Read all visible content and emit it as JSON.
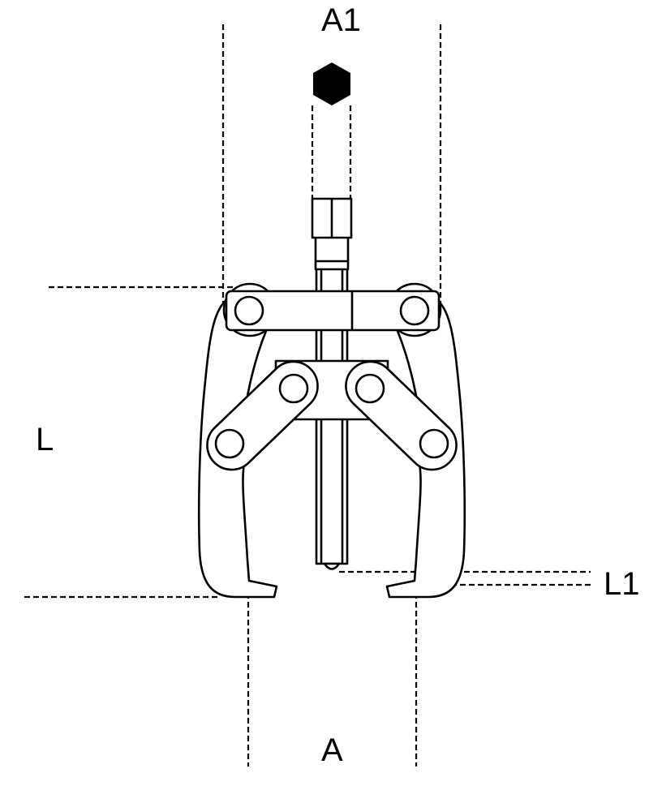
{
  "diagram": {
    "subject": "two-arm gear puller",
    "labels": {
      "a1": "A1",
      "l": "L",
      "l1": "L1",
      "a": "A"
    },
    "icons": {
      "hex_symbol": "hexagon-icon"
    },
    "colors": {
      "line": "#000000",
      "background": "#ffffff"
    }
  }
}
